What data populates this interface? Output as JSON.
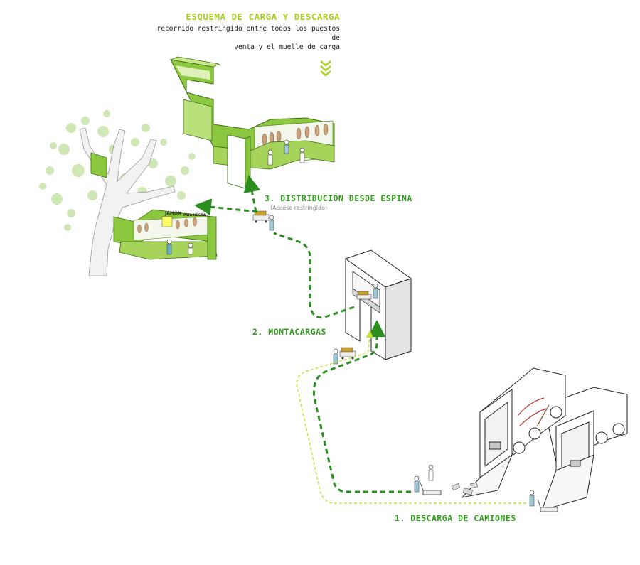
{
  "header": {
    "title": "Esquema de carga y descarga",
    "subtitle_line1": "recorrido restringido entre todos los puestos de",
    "subtitle_line2": "venta y el muelle de carga"
  },
  "steps": {
    "step3_label": "3. Distribución desde espina",
    "step3_note": "(Acceso restringido)",
    "step2_label": "2. Montacargas",
    "step1_label": "1. Descarga de camiones"
  },
  "stall_signs": {
    "sign1": "JAMÓN",
    "sign2": "PATA NEGRA"
  },
  "colors": {
    "accent_light": "#a8d21e",
    "accent_dark": "#2f9e1a",
    "path_dark": "#2a8f1f",
    "path_light": "#c8e23a",
    "wall_green": "#8cc83f"
  }
}
